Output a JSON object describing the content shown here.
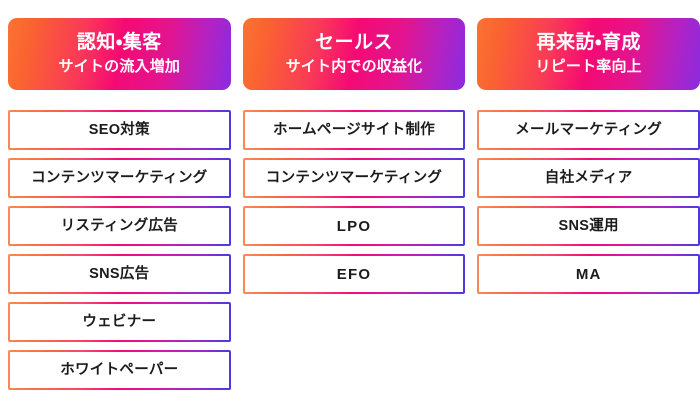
{
  "page": {
    "background_color": "#ffffff",
    "accent_gradient": {
      "start": "#fb7334",
      "middle": "#f50a73",
      "end": "#8a2be0"
    },
    "item_text_color": "#1b1b1b",
    "header_text_color": "#ffffff"
  },
  "columns": [
    {
      "id": "awareness",
      "header": {
        "title": "認知・集客",
        "subtitle": "サイトの流入増加"
      },
      "items": [
        {
          "label": "SEO対策",
          "latin": false
        },
        {
          "label": "コンテンツマーケティング",
          "latin": false
        },
        {
          "label": "リスティング広告",
          "latin": false
        },
        {
          "label": "SNS広告",
          "latin": false
        },
        {
          "label": "ウェビナー",
          "latin": false
        },
        {
          "label": "ホワイトペーパー",
          "latin": false
        }
      ]
    },
    {
      "id": "sales",
      "header": {
        "title": "セールス",
        "subtitle": "サイト内での収益化"
      },
      "items": [
        {
          "label": "ホームページサイト制作",
          "latin": false
        },
        {
          "label": "コンテンツマーケティング",
          "latin": false
        },
        {
          "label": "LPO",
          "latin": true
        },
        {
          "label": "EFO",
          "latin": true
        }
      ]
    },
    {
      "id": "retention",
      "header": {
        "title": "再来訪・育成",
        "subtitle": "リピート率向上"
      },
      "items": [
        {
          "label": "メールマーケティング",
          "latin": false
        },
        {
          "label": "自社メディア",
          "latin": false
        },
        {
          "label": "SNS運用",
          "latin": false
        },
        {
          "label": "MA",
          "latin": true
        }
      ]
    }
  ]
}
